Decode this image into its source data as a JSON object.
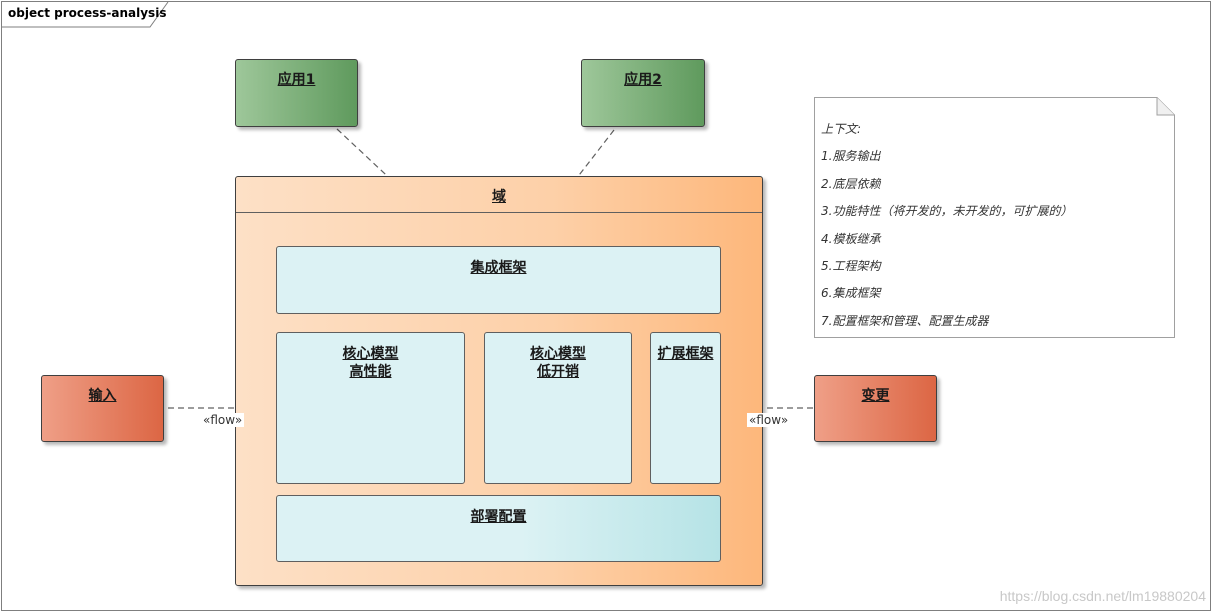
{
  "frame": {
    "title": "object process-analysis"
  },
  "nodes": {
    "app1": "应用1",
    "app2": "应用2",
    "domain": "域",
    "integration": "集成框架",
    "core_perf": [
      "核心模型",
      "高性能"
    ],
    "core_cost": [
      "核心模型",
      "低开销"
    ],
    "extension": "扩展框架",
    "deploy": "部署配置",
    "input": "输入",
    "change": "变更"
  },
  "edges": {
    "flow_left": "«flow»",
    "flow_right": "«flow»"
  },
  "note": {
    "lines": [
      "上下文:",
      "1.服务输出",
      "2.底层依赖",
      "3.功能特性（将开发的，未开发的，可扩展的）",
      "4.模板继承",
      "5.工程架构",
      "6.集成框架",
      "7.配置框架和管理、配置生成器"
    ]
  },
  "watermark": "https://blog.csdn.net/lm19880204"
}
